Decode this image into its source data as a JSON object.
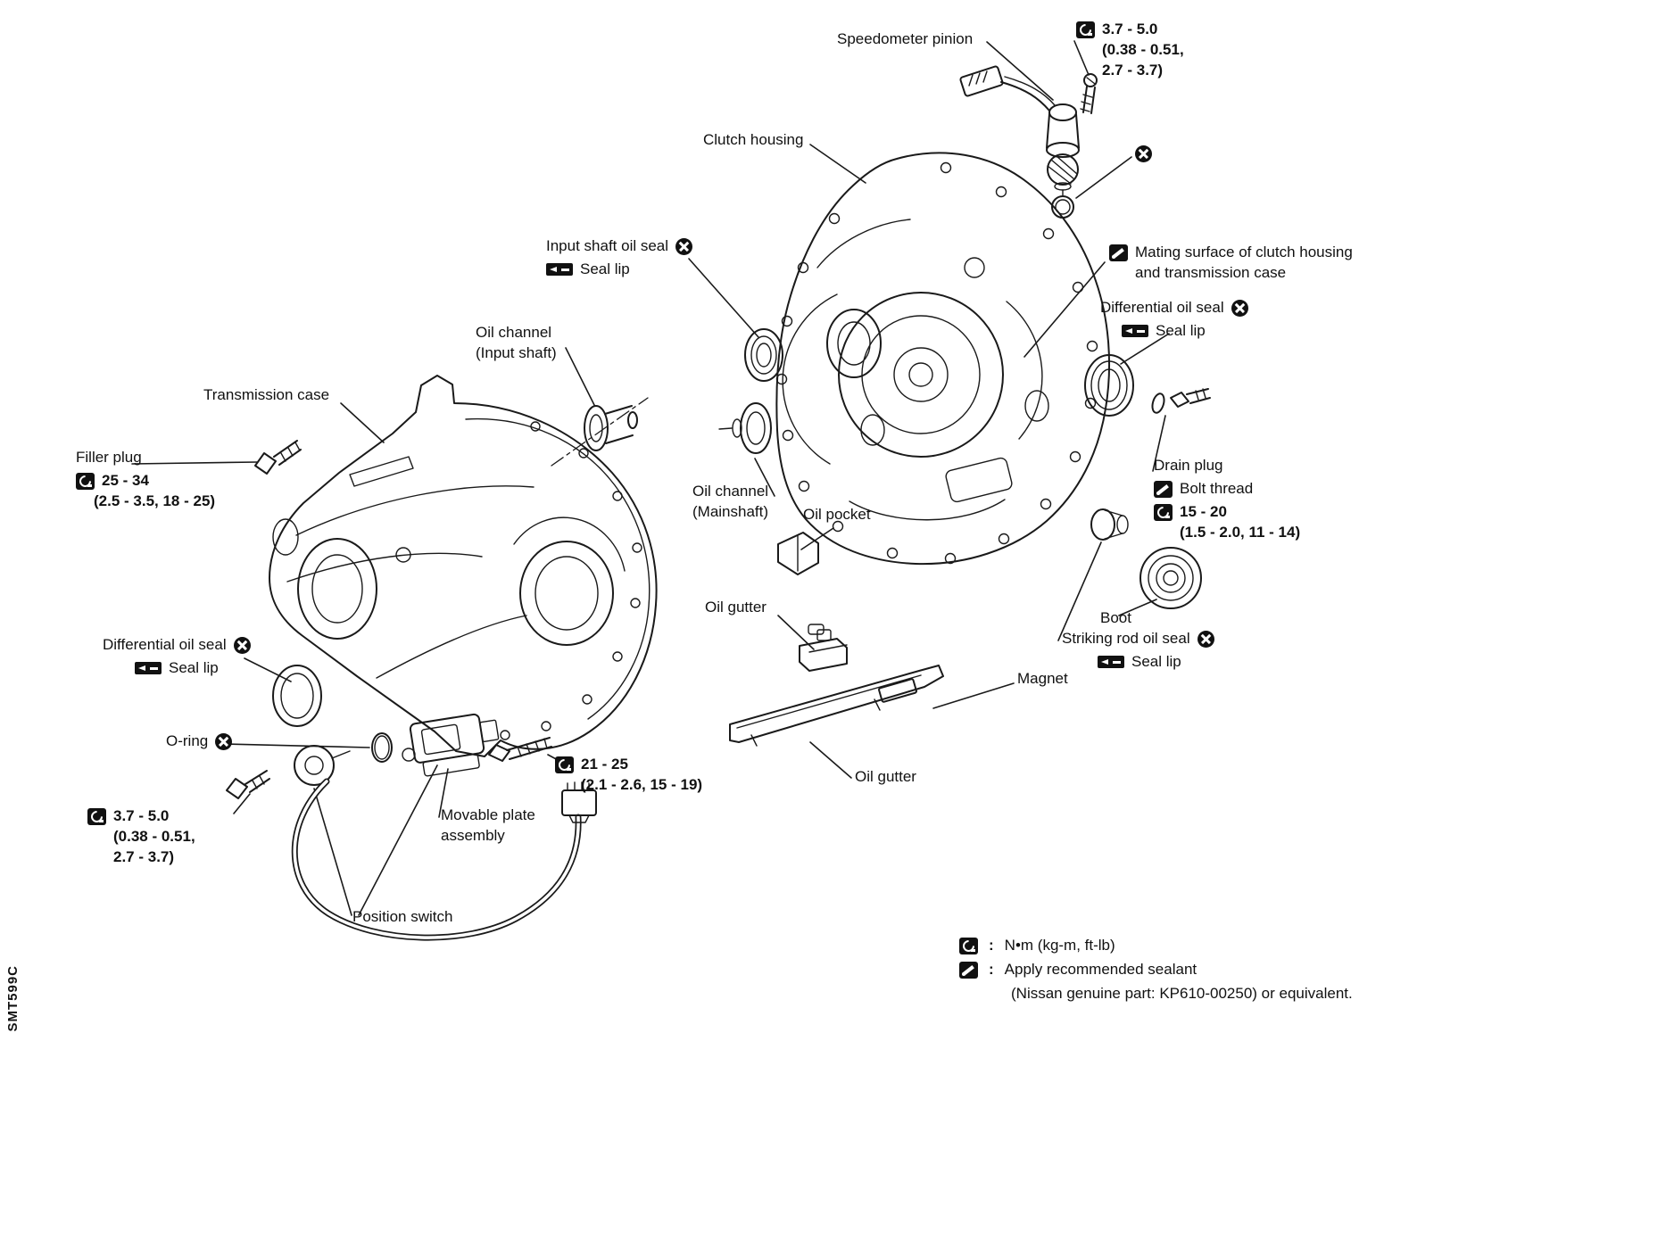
{
  "figure": {
    "code": "SMT599C"
  },
  "labels": {
    "speedometer_pinion": "Speedometer pinion",
    "clutch_housing": "Clutch housing",
    "input_shaft_oil_seal": "Input shaft oil seal",
    "seal_lip": "Seal lip",
    "mating_surface_line1": "Mating surface of clutch housing",
    "mating_surface_line2": "and transmission case",
    "differential_oil_seal": "Differential oil seal",
    "oil_channel": "Oil channel",
    "input_shaft_paren": "(Input shaft)",
    "mainshaft_paren": "(Mainshaft)",
    "transmission_case": "Transmission case",
    "filler_plug": "Filler plug",
    "oil_pocket": "Oil pocket",
    "drain_plug": "Drain plug",
    "bolt_thread": "Bolt thread",
    "boot": "Boot",
    "striking_rod_oil_seal": "Striking rod oil seal",
    "oil_gutter": "Oil gutter",
    "magnet": "Magnet",
    "o_ring": "O-ring",
    "movable_plate_line1": "Movable plate",
    "movable_plate_line2": "assembly",
    "position_switch": "Position switch"
  },
  "torque_specs": {
    "speedometer": {
      "value": "3.7 - 5.0",
      "alt1": "(0.38 - 0.51,",
      "alt2": "2.7 - 3.7)"
    },
    "filler_plug": {
      "value": "25 - 34",
      "alt": "(2.5 - 3.5, 18 - 25)"
    },
    "drain_plug": {
      "value": "15 - 20",
      "alt": "(1.5 - 2.0, 11 - 14)"
    },
    "case_bolt": {
      "value": "21 - 25",
      "alt": "(2.1 - 2.6, 15 - 19)"
    },
    "position_switch": {
      "value": "3.7 - 5.0",
      "alt1": "(0.38 - 0.51,",
      "alt2": "2.7 - 3.7)"
    }
  },
  "legend": {
    "colon": ":",
    "torque": "N•m (kg-m, ft-lb)",
    "sealant_line1": "Apply recommended sealant",
    "sealant_line2": "(Nissan genuine part: KP610-00250) or equivalent."
  }
}
